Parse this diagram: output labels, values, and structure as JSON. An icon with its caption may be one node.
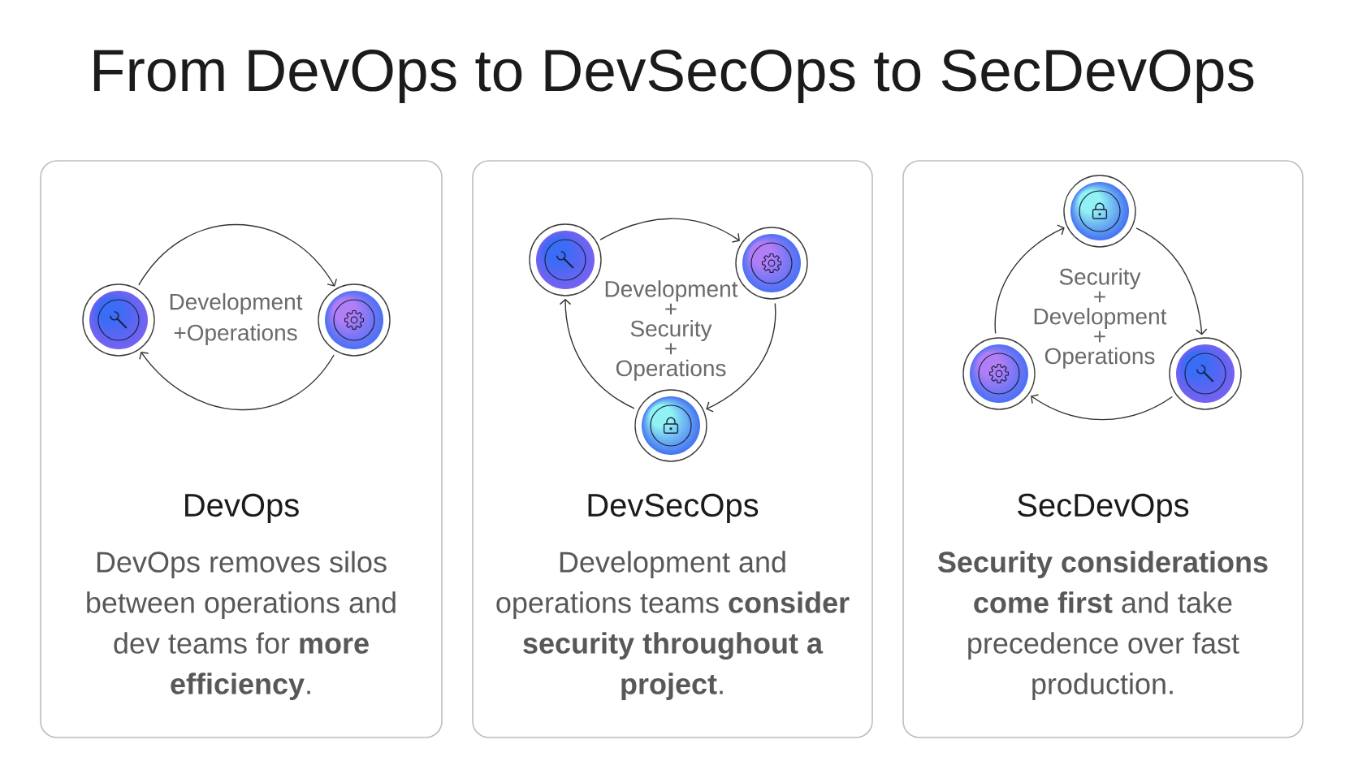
{
  "diagram": {
    "title": "From DevOps to DevSecOps to SecDevOps",
    "nodes": [
      {
        "text": [
          "Development +Operations",
          "DevOps",
          "DevOps removes silos between operations and dev teams for **more efficiency**."
        ]
      },
      {
        "text": [],
        "shape": "circle",
        "in": 0
      },
      {
        "text": [],
        "shape": "circle",
        "in": 0
      },
      {
        "text": [
          "Development + Security + Operations",
          "DevSecOps",
          "Development and operations teams **consider security throughout a project**."
        ]
      },
      {
        "text": [],
        "shape": "circle",
        "in": 3
      },
      {
        "text": [],
        "shape": "circle",
        "in": 3
      },
      {
        "text": [],
        "shape": "circle",
        "in": 3
      },
      {
        "text": [
          "Security + Development + Operations",
          "SecDevOps",
          "**Security considerations come first** and take precedence over fast production."
        ]
      },
      {
        "text": [],
        "shape": "circle",
        "in": 7
      },
      {
        "text": [],
        "shape": "circle",
        "in": 7
      },
      {
        "text": [],
        "shape": "circle",
        "in": 7
      }
    ],
    "edges": [
      {
        "from": 1,
        "to": 2,
        "arrow": "to"
      },
      {
        "from": 2,
        "to": 1,
        "arrow": "to"
      },
      {
        "from": 4,
        "to": 5,
        "arrow": "to"
      },
      {
        "from": 5,
        "to": 6,
        "arrow": "to"
      },
      {
        "from": 6,
        "to": 4,
        "arrow": "to"
      },
      {
        "from": 8,
        "to": 10,
        "arrow": "to"
      },
      {
        "from": 10,
        "to": 9,
        "arrow": "to"
      },
      {
        "from": 9,
        "to": 8,
        "arrow": "to"
      }
    ]
  }
}
